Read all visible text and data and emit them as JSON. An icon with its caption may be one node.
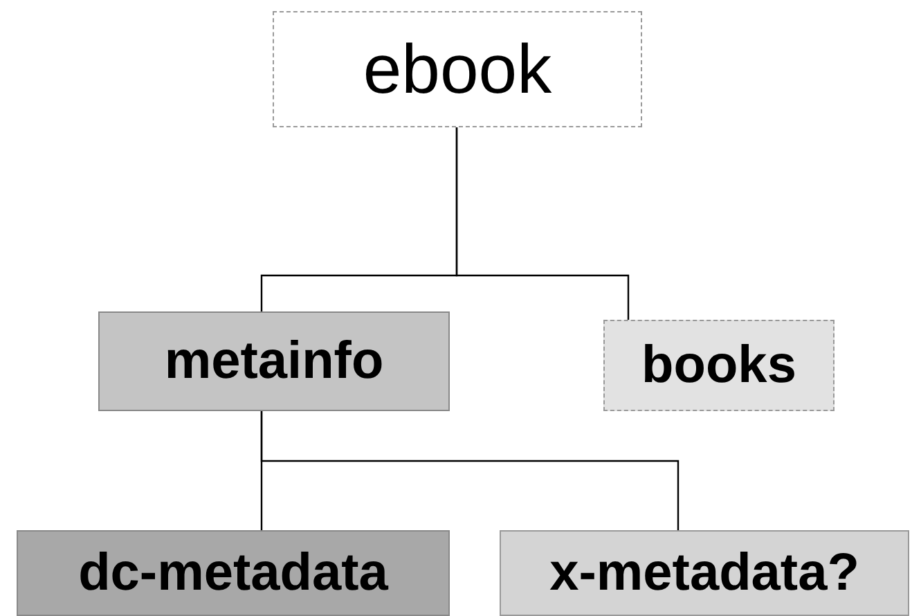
{
  "diagram": {
    "nodes": [
      {
        "text": [
          "ebook"
        ]
      },
      {
        "text": [
          "metainfo"
        ]
      },
      {
        "text": [
          "books"
        ]
      },
      {
        "text": [
          "dc-metadata"
        ]
      },
      {
        "text": [
          "x-metadata?"
        ]
      }
    ],
    "edges": [
      {
        "from": 0,
        "to": 1,
        "arrow": "none"
      },
      {
        "from": 0,
        "to": 2,
        "arrow": "none"
      },
      {
        "from": 1,
        "to": 3,
        "arrow": "none"
      },
      {
        "from": 1,
        "to": 4,
        "arrow": "none"
      }
    ]
  }
}
